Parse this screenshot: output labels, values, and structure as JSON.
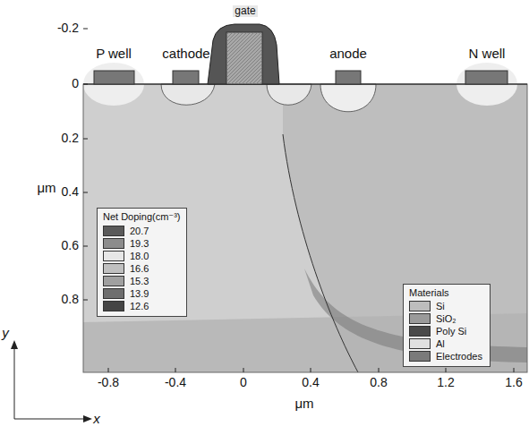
{
  "diagram": {
    "labels": [
      "P well",
      "cathode",
      "gate",
      "anode",
      "N well",
      "-0.2",
      "0",
      "0.2",
      "0.4",
      "0.6",
      "0.8",
      "μm",
      "-0.8",
      "-0.4",
      "0",
      "0.4",
      "0.8",
      "1.2",
      "1.6",
      "μm",
      "y",
      "x",
      "Net Doping(cm⁻³)",
      "Materials"
    ],
    "legend": [
      {
        "text": "20.7",
        "color": "#5a5a5a"
      },
      {
        "text": "19.3",
        "color": "#8c8c8c"
      },
      {
        "text": "18.0",
        "color": "#e6e6e6"
      },
      {
        "text": "16.6",
        "color": "#c0c0c0"
      },
      {
        "text": "15.3",
        "color": "#a0a0a0"
      },
      {
        "text": "13.9",
        "color": "#6e6e6e"
      },
      {
        "text": "12.6",
        "color": "#454545"
      },
      {
        "text": "Si",
        "color": "#bdbdbd"
      },
      {
        "text": "SiO₂",
        "color": "#9a9a9a"
      },
      {
        "text": "Poly Si",
        "color": "#4a4a4a"
      },
      {
        "text": "Al",
        "color": "#e0e0e0"
      },
      {
        "text": "Electrodes",
        "color": "#7a7a7a"
      }
    ]
  }
}
